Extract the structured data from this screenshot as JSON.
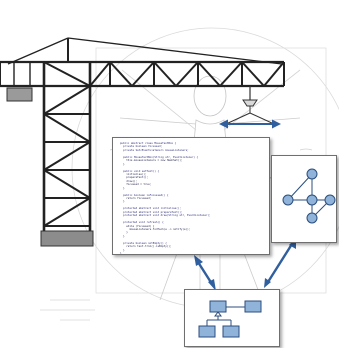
{
  "scene": {
    "background_color": "#ffffff",
    "sketch_color": "#c9c9c9",
    "crane_color": "#222222",
    "arrow_color": "#2f5f9e",
    "node_fill": "#8fb3d9",
    "node_stroke": "#2b4e7e"
  },
  "code_snippet": {
    "lines": [
      "public abstract class MouseTextBox {",
      "  private boolean focussed;",
      "  private Set<EventListener> mouseListeners;",
      "",
      "  public MouseTextBox(String str, EventListener) {",
      "    this.mouseListeners = new HashSet();",
      "  }",
      "",
      "  public void setText() {",
      "    initialise();",
      "    prepareText();",
      "    draw();",
      "    focussed = true;",
      "  }",
      "",
      "  public boolean isFocussed() {",
      "    return focussed;",
      "  }",
      "",
      "  protected abstract void initialise();",
      "  protected abstract void prepareText();",
      "  protected abstract void draw(String str, EventListener);",
      "",
      "  protected void refresh() {",
      "    while (focussed) {",
      "      mouseListeners.forEach(e -> notify(e));",
      "    }",
      "  }",
      "",
      "  private boolean notEmpty() {",
      "    return text.trim().isEmpty();",
      "  }",
      "}"
    ]
  }
}
